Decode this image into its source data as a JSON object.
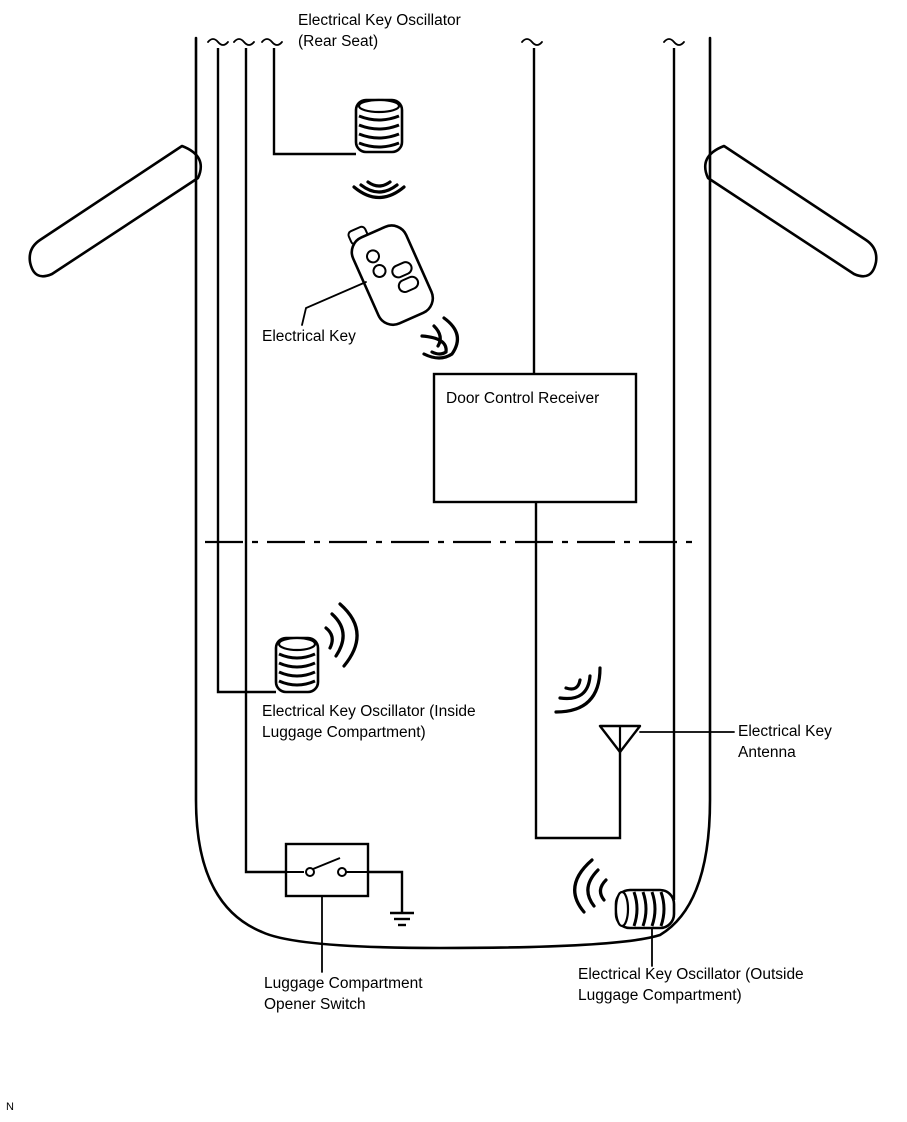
{
  "labels": {
    "oscillator_rear": [
      "Electrical Key Oscillator",
      "(Rear Seat)"
    ],
    "electrical_key": "Electrical Key",
    "door_control_receiver": "Door Control Receiver",
    "oscillator_inside": [
      "Electrical Key Oscillator (Inside",
      "Luggage Compartment)"
    ],
    "antenna": [
      "Electrical Key",
      "Antenna"
    ],
    "opener_switch": [
      "Luggage Compartment",
      "Opener Switch"
    ],
    "oscillator_outside": [
      "Electrical Key Oscillator (Outside",
      "Luggage Compartment)"
    ],
    "corner_mark": "N"
  }
}
